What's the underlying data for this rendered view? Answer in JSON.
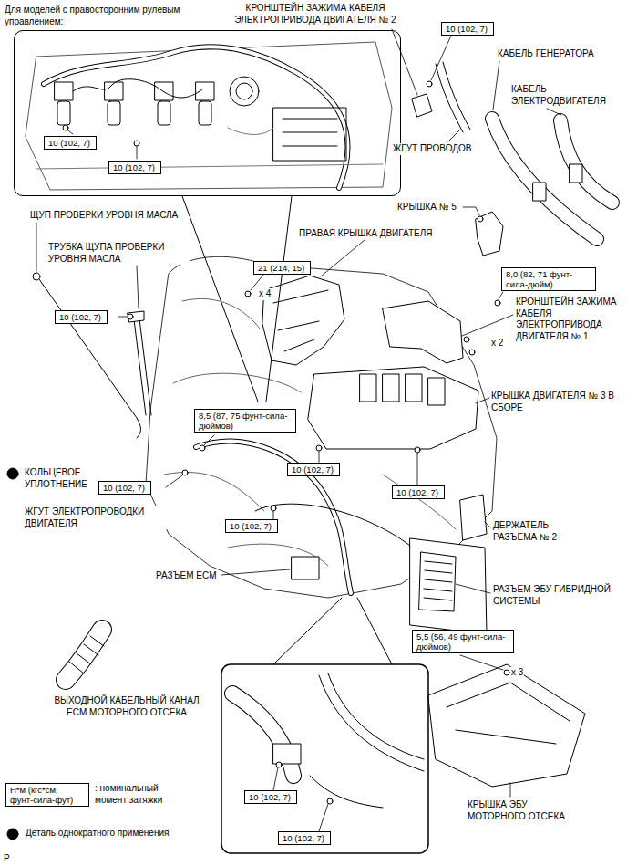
{
  "diagram": {
    "nodes": [
      {
        "text": [
          "Для моделей с правосторонним рулевым управлением:"
        ]
      },
      {
        "text": [
          "10 (102, 7)"
        ],
        "in": 0
      },
      {
        "text": [
          "10 (102, 7)"
        ],
        "in": 0
      },
      {
        "text": [
          "10 (102, 7)"
        ]
      },
      {
        "text": [
          "21 (214, 15)"
        ]
      },
      {
        "text": [
          "8,0 (82, 71 фунт-сила-дюйм)"
        ]
      },
      {
        "text": [
          "10 (102, 7)"
        ]
      },
      {
        "text": [
          "8,5 (87, 75 фунт-сила-дюймов)"
        ]
      },
      {
        "text": [
          "10 (102, 7)"
        ]
      },
      {
        "text": [
          "10 (102, 7)"
        ]
      },
      {
        "text": [
          "10 (102, 7)"
        ]
      },
      {
        "text": [
          "10 (102, 7)"
        ]
      },
      {
        "text": [
          "5,5 (56, 49 фунт-сила-дюймов)"
        ]
      },
      {
        "text": [
          "10 (102, 7)"
        ]
      },
      {
        "text": [
          "10 (102, 7)"
        ]
      },
      {
        "text": [
          "Н*м (кгс*см, фунт-сила-фут)"
        ]
      }
    ],
    "labels": [
      "КРОНШТЕЙН ЗАЖИМА КАБЕЛЯ ЭЛЕКТРОПРИВОДА ДВИГАТЕЛЯ № 2",
      "КАБЕЛЬ ГЕНЕРАТОРА",
      "КАБЕЛЬ ЭЛЕКТРОДВИГАТЕЛЯ",
      "ЖГУТ ПРОВОДОВ",
      "ЩУП ПРОВЕРКИ УРОВНЯ МАСЛА",
      "ТРУБКА ЩУПА ПРОВЕРКИ УРОВНЯ МАСЛА",
      "КРЫШКА № 5",
      "ПРАВАЯ КРЫШКА ДВИГАТЕЛЯ",
      "x 4",
      "КРОНШТЕЙН ЗАЖИМА КАБЕЛЯ ЭЛЕКТРОПРИВОДА ДВИГАТЕЛЯ № 1",
      "x 2",
      "КРЫШКА ДВИГАТЕЛЯ № 3 В СБОРЕ",
      "КОЛЬЦЕВОЕ УПЛОТНЕНИЕ",
      "ЖГУТ ЭЛЕКТРОПРОВОДКИ ДВИГАТЕЛЯ",
      "ДЕРЖАТЕЛЬ РАЗЪЕМА № 2",
      "РАЗЪЕМ ECM",
      "РАЗЪЕМ ЭБУ ГИБРИДНОЙ СИСТЕМЫ",
      "x 3",
      "ВЫХОДНОЙ КАБЕЛЬНЫЙ КАНАЛ ECM МОТОРНОГО ОТСЕКА",
      "КРЫШКА ЭБУ МОТОРНОГО ОТСЕКА",
      "P"
    ],
    "legend": [
      {
        "text": ": номинальный момент затяжки"
      },
      {
        "text": "Деталь однократного применения"
      }
    ]
  }
}
